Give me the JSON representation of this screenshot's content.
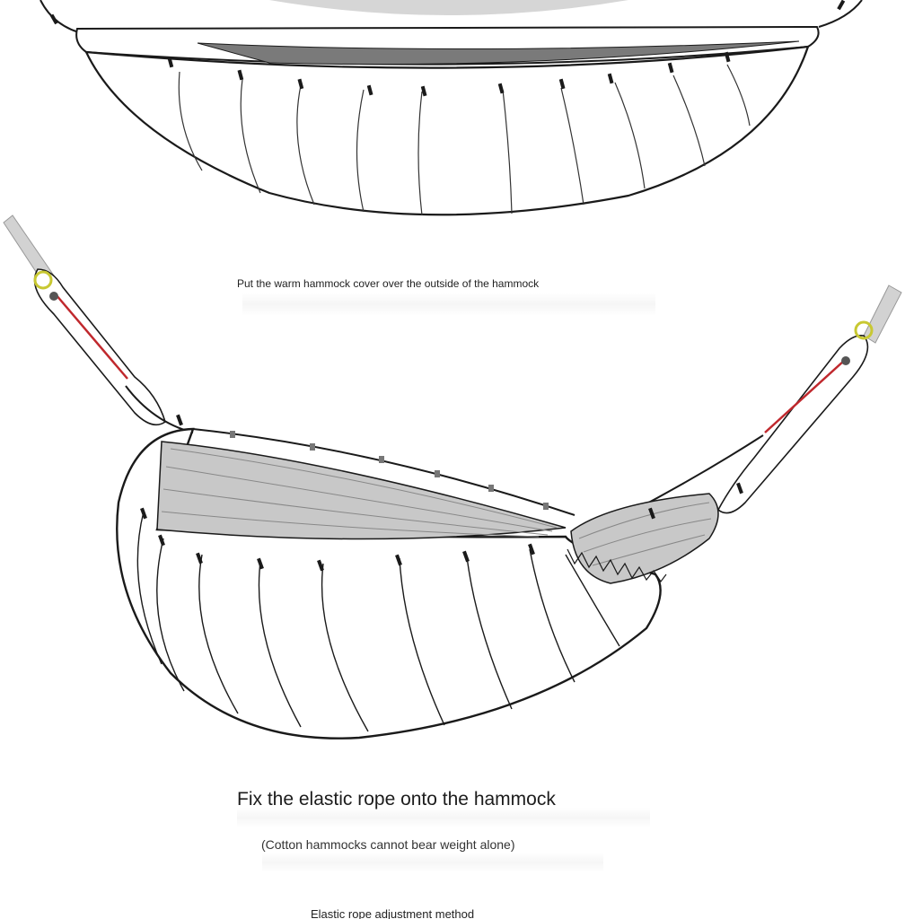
{
  "captions": {
    "step1": "Put the warm hammock cover over the outside of the hammock",
    "step2_title": "Fix the elastic rope onto the hammock",
    "step2_note": "(Cotton hammocks cannot bear weight alone)",
    "step3_title": "Elastic rope adjustment method"
  },
  "colors": {
    "outline": "#1a1a1a",
    "hammock_fill": "#c8c8c8",
    "elastic_rope": "#c0282d",
    "ring": "#c8c832",
    "strap": "#d2d2d2"
  },
  "illustrations": [
    {
      "name": "hammock-cover-top-view"
    },
    {
      "name": "hammock-with-underquilt-and-elastic-rope"
    }
  ]
}
